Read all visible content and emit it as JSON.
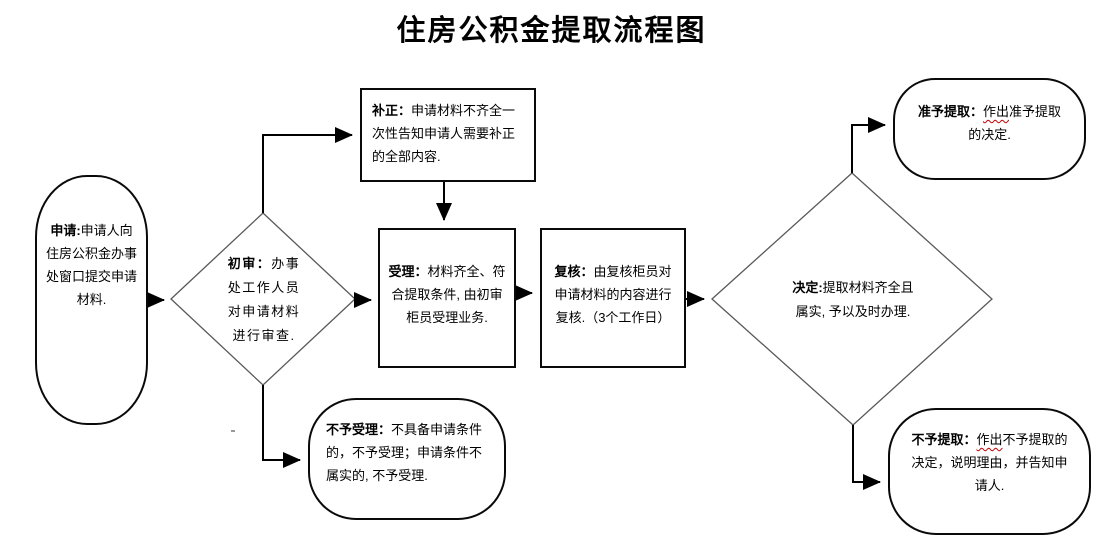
{
  "title": "住房公积金提取流程图",
  "colors": {
    "line": "#000000",
    "diamond_stroke": "#595959",
    "spellcheck_underline": "#c00000",
    "background": "#ffffff",
    "text": "#000000"
  },
  "nodes": {
    "apply": {
      "label": "申请:",
      "text": "申请人向住房公积金办事处窗口提交申请材料."
    },
    "initial_review": {
      "label": "初审：",
      "text": "办事处工作人员对申请材料进行审查."
    },
    "supplement": {
      "label": "补正：",
      "text": "申请材料不齐全一次性告知申请人需要补正的全部内容."
    },
    "acceptance": {
      "label": "受理：",
      "text": "材料齐全、符合提取条件, 由初审柜员受理业务."
    },
    "recheck": {
      "label": "复核：",
      "text": "由复核柜员对申请材料的内容进行复核.（3个工作日）"
    },
    "decision": {
      "label": "决定:",
      "text": "提取材料齐全且属实, 予以及时办理."
    },
    "approve": {
      "label": "准予提取：",
      "wavy": "作出",
      "text": "准予提取的决定."
    },
    "reject_accept": {
      "label": "不予受理：",
      "text": "不具备申请条件的，不予受理；申请条件不属实的, 不予受理."
    },
    "deny": {
      "label": "不予提取：",
      "wavy": "作出",
      "text": "不予提取的决定，说明理由，并告知申请人."
    }
  }
}
